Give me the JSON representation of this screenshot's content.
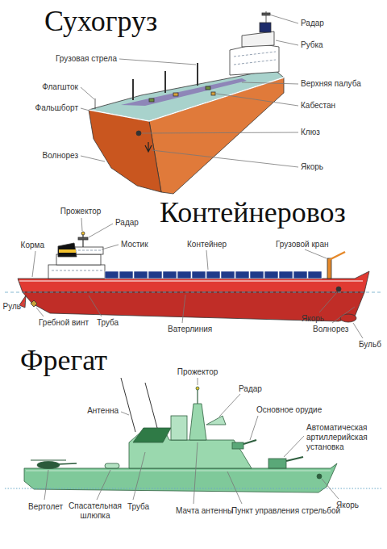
{
  "diagram": {
    "labels": [
      "Сухогруз",
      "Радар",
      "Рубка",
      "Грузовая стрела",
      "Верхняя палуба",
      "Флагшток",
      "Кабестан",
      "Фальшборт",
      "Клюз",
      "Волнорез",
      "Якорь",
      "Контейнеровоз",
      "Прожектор",
      "Радар",
      "Мостик",
      "Контейнер",
      "Грузовой кран",
      "Корма",
      "Руль",
      "Гребной винт",
      "Труба",
      "Ватерлиния",
      "Якорь",
      "Волнорез",
      "Бульб",
      "Фрегат",
      "Прожектор",
      "Радар",
      "Антенна",
      "Основное орудие",
      "Автоматическая артиллерийская установка",
      "Якорь",
      "Вертолет",
      "Спасательная шлюпка",
      "Труба",
      "Мачта антенны",
      "Пункт управления стрельбой"
    ]
  }
}
